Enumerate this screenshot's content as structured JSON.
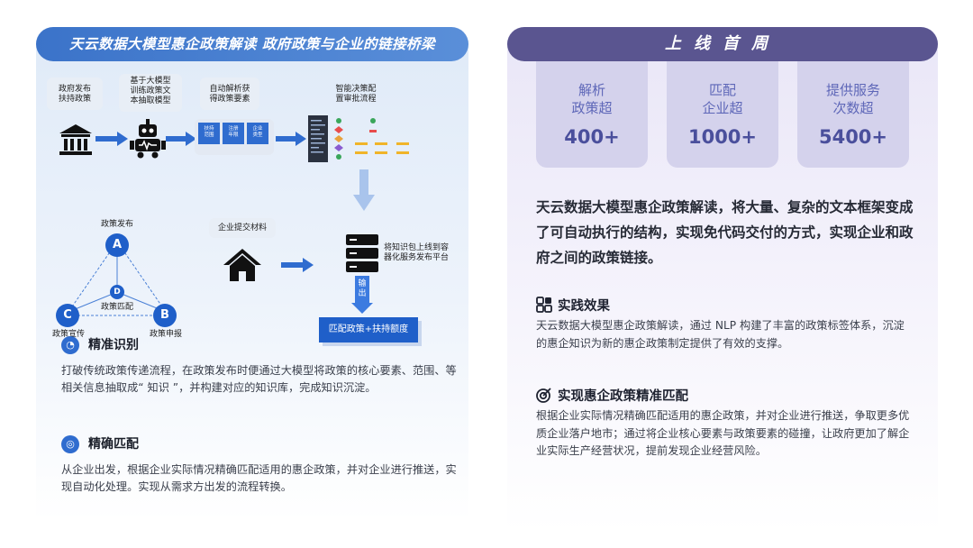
{
  "left": {
    "banner": "天云数据大模型惠企政策解读  政府政策与企业的链接桥梁",
    "flow": {
      "step1": "政府发布\n扶持政策",
      "step2": "基于大模型\n训练政策文\n本抽取模型",
      "step3": "自动解析获\n得政策要素",
      "chips": [
        "扶持\n范围",
        "注册\n年限",
        "企业\n类型"
      ],
      "step4": "智能决策配\n置审批流程",
      "submit": "企业提交材料",
      "platform": "将知识包上线到容\n器化服务发布平台",
      "output": "输\n出",
      "result": "匹配政策+扶持额度"
    },
    "triangle": {
      "a_label": "政策发布",
      "d_label": "政策匹配",
      "c_label": "政策宣传",
      "b_label": "政策申报",
      "a": "A",
      "b": "B",
      "c": "C",
      "d": "D"
    },
    "sections": [
      {
        "title": "精准识别",
        "text": "打破传统政策传递流程，在政策发布时便通过大模型将政策的核心要素、范围、等相关信息抽取成“ 知识 ”，并构建对应的知识库，完成知识沉淀。"
      },
      {
        "title": "精确匹配",
        "text": "从企业出发，根据企业实际情况精确匹配适用的惠企政策，并对企业进行推送，实现自动化处理。实现从需求方出发的流程转换。"
      }
    ]
  },
  "right": {
    "banner": "上线首周",
    "stats": [
      {
        "label": "解析\n政策超",
        "value": "400+"
      },
      {
        "label": "匹配\n企业超",
        "value": "1000+"
      },
      {
        "label": "提供服务\n次数超",
        "value": "5400+"
      }
    ],
    "intro": "天云数据大模型惠企政策解读，将大量、复杂的文本框架变成了可自动执行的结构，实现免代码交付的方式，实现企业和政府之间的政策链接。",
    "sections": [
      {
        "title": "实践效果",
        "text": "天云数据大模型惠企政策解读，通过 NLP 构建了丰富的政策标签体系，沉淀的惠企知识为新的惠企政策制定提供了有效的支撑。"
      },
      {
        "title": "实现惠企政策精准匹配",
        "text": "根据企业实际情况精确匹配适用的惠企政策，并对企业进行推送，争取更多优质企业落户地市；通过将企业核心要素与政策要素的碰撞，让政府更加了解企业实际生产经营状况，提前发现企业经营风险。"
      }
    ]
  },
  "colors": {
    "blue": "#2f6ccf",
    "purple": "#5a5590",
    "stat_text": "#4a4f9c"
  }
}
